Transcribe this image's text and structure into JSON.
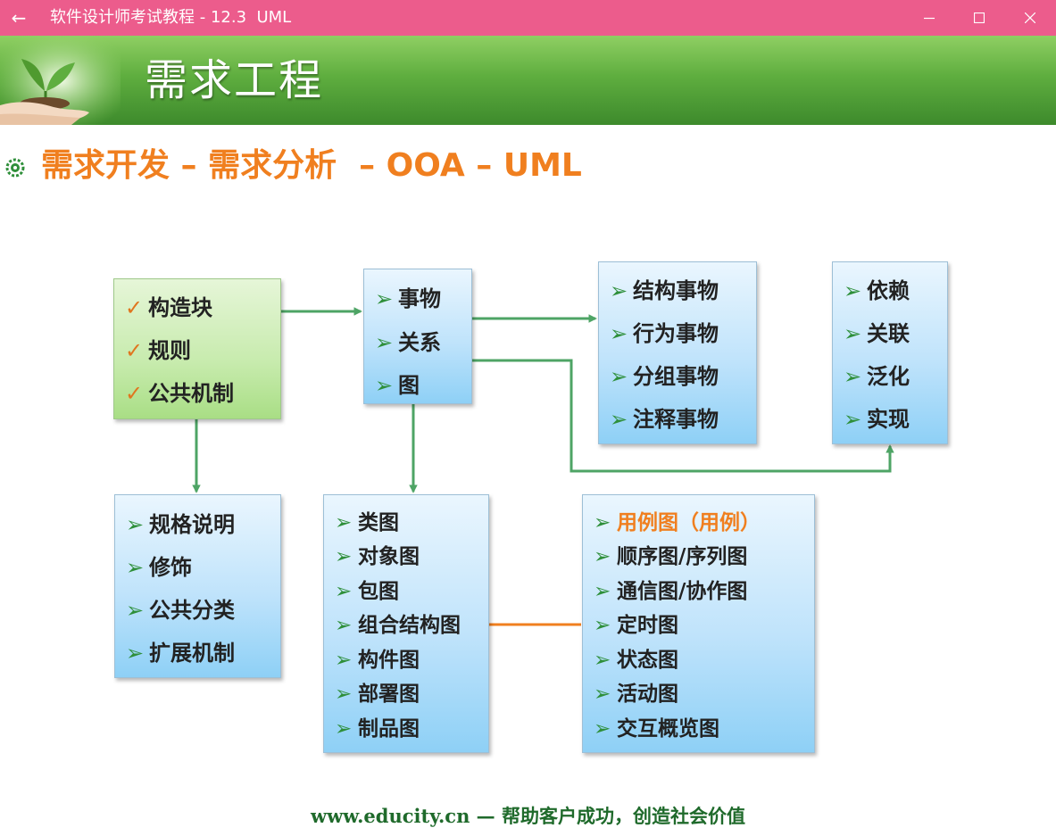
{
  "window": {
    "title": "软件设计师考试教程 - 12.3  UML",
    "back_icon": "←",
    "controls": [
      "minimize-icon",
      "maximize-icon",
      "close-icon"
    ]
  },
  "slide": {
    "heading": "需求工程",
    "subtitle": "需求开发 – 需求分析  – OOA – UML",
    "subtitle_icon": "gear-bullet-icon",
    "colors": {
      "accent": "#f07f1f",
      "banner_green": "#5fae3f",
      "arrow_green": "#4ea465",
      "titlebar": "#ec5c8c"
    }
  },
  "diagram": {
    "building_block_box": {
      "items": [
        "构造块",
        "规则",
        "公共机制"
      ]
    },
    "element_box": {
      "items": [
        "事物",
        "关系",
        "图"
      ]
    },
    "thing_box": {
      "items": [
        "结构事物",
        "行为事物",
        "分组事物",
        "注释事物"
      ]
    },
    "relation_box": {
      "items": [
        "依赖",
        "关联",
        "泛化",
        "实现"
      ]
    },
    "mechanism_box": {
      "items": [
        "规格说明",
        "修饰",
        "公共分类",
        "扩展机制"
      ]
    },
    "structural_diagram_box": {
      "items": [
        "类图",
        "对象图",
        "包图",
        "组合结构图",
        "构件图",
        "部署图",
        "制品图"
      ]
    },
    "behavior_diagram_box": {
      "items": [
        "用例图（用例）",
        "顺序图/序列图",
        "通信图/协作图",
        "定时图",
        "状态图",
        "活动图",
        "交互概览图"
      ]
    }
  },
  "footer": {
    "site": "www.educity.cn",
    "separator": " — ",
    "slogan": "帮助客户成功，创造社会价值"
  }
}
